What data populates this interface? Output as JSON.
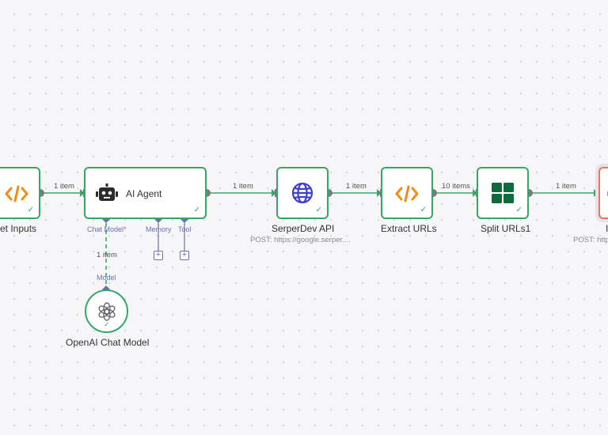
{
  "nodes": {
    "set_inputs": {
      "name": "et Inputs",
      "icon": "code-icon"
    },
    "ai_agent": {
      "name": "AI Agent",
      "icon": "robot-icon"
    },
    "serperdev": {
      "name": "SerperDev API",
      "subtitle": "POST: https://google.serper....",
      "icon": "globe-icon"
    },
    "extract_urls": {
      "name": "Extract URLs",
      "icon": "code-icon"
    },
    "split_urls": {
      "name": "Split URLs1",
      "icon": "grid-icon"
    },
    "partial_node": {
      "name": "I",
      "subtitle": "POST: http",
      "icon": "partial-icon"
    },
    "openai": {
      "name": "OpenAI Chat Model",
      "icon": "openai-icon"
    }
  },
  "agent_slots": {
    "chat_model": "Chat Model",
    "required_marker": "*",
    "memory": "Memory",
    "tool": "Tool"
  },
  "edges": {
    "e1": "1 item",
    "e2": "1 item",
    "e3": "1 item",
    "e4": "10 items",
    "e5": "1 item",
    "model_link": "1 item"
  },
  "model_slot": "Model",
  "plus_symbol": "+",
  "check_symbol": "✓",
  "colors": {
    "success": "#35a868",
    "connector": "#7a7a80",
    "ai_port": "#6a6fb0",
    "code_orange": "#f08c1a",
    "globe_blue": "#3b3fd6",
    "grid_green": "#0d6b3c",
    "partial_red": "#f0735a"
  }
}
